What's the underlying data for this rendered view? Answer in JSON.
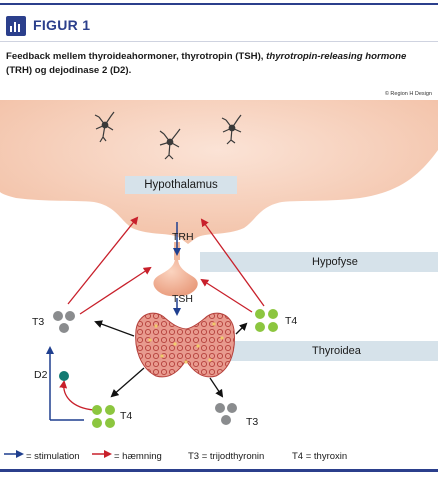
{
  "figure": {
    "label": "FIGUR 1",
    "caption_part1": "Feedback mellem thyroideahormoner, thyrotropin (TSH), ",
    "caption_italic": "thyrotropin-releasing hormone",
    "caption_part2": " (TRH) og dejodinase 2 (D2).",
    "copyright": "© Region H Design"
  },
  "diagram": {
    "hypothalamus": "Hypothalamus",
    "trh": "TRH",
    "hypofyse": "Hypofyse",
    "tsh": "TSH",
    "thyroidea": "Thyroidea",
    "t3_left": "T3",
    "t4_right": "T4",
    "d2": "D2",
    "t4_bottom": "T4",
    "t3_bottom": "T3"
  },
  "legend": {
    "stimulation": "= stimulation",
    "haemning": "= hæmning",
    "t3_def": "T3 = trijodthyronin",
    "t4_def": "T4 = thyroxin"
  },
  "colors": {
    "accent": "#2b3f8c",
    "stimulation_arrow": "#1f3f8f",
    "inhibition_arrow": "#c8202b",
    "t4_dots": "#8cc63f",
    "t3_dots": "#8a8c8e",
    "d2_dot": "#127a72",
    "band": "#d6e2ea",
    "brain": "#f6cdb7"
  }
}
